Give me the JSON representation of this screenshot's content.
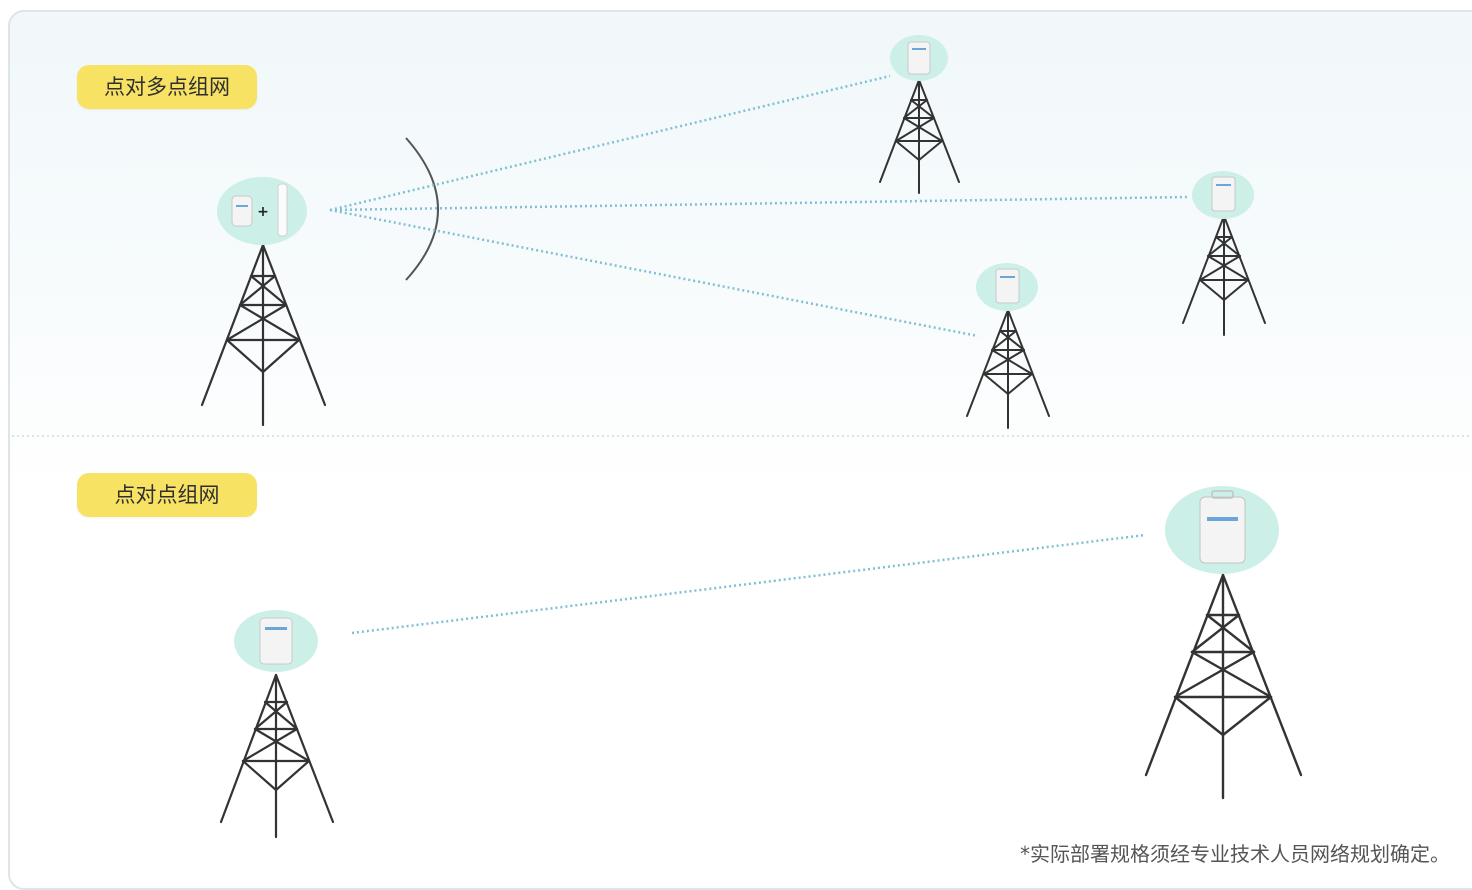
{
  "sections": {
    "point_to_multipoint": {
      "title": "点对多点组网"
    },
    "point_to_point": {
      "title": "点对点组网"
    }
  },
  "footnote": "*实际部署规格须经专业技术人员网络规划确定。",
  "colors": {
    "pill_bg": "#f8e263",
    "link_line": "#7fc0d4",
    "device_halo": "#ccefe8",
    "tower": "#333333",
    "divider": "#e0e6e8"
  }
}
